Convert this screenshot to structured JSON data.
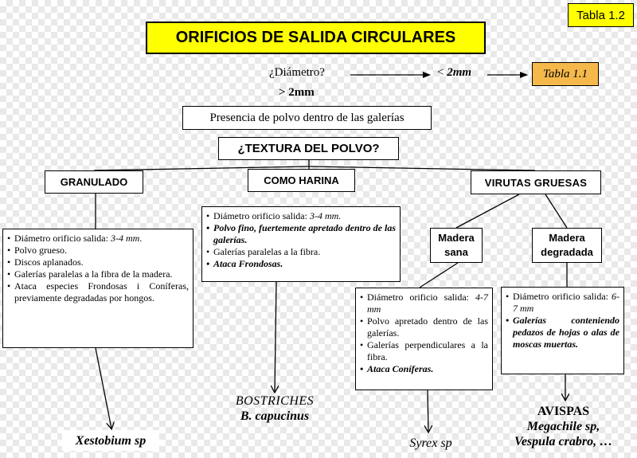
{
  "table_tag": "Tabla 1.2",
  "title": "ORIFICIOS DE SALIDA CIRCULARES",
  "question_diameter": "¿Diámetro?",
  "less_2mm_prefix": "<",
  "less_2mm_value": "2mm",
  "table_ref": "Tabla 1.1",
  "greater_2mm": "> 2mm",
  "powder_presence": "Presencia de polvo dentro de las galerías",
  "powder_texture": "¿TEXTURA DEL POLVO?",
  "categories": {
    "granulado": "GRANULADO",
    "harina": "COMO HARINA",
    "virutas": "VIRUTAS GRUESAS"
  },
  "subcategories": {
    "sana_l1": "Madera",
    "sana_l2": "sana",
    "degradada_l1": "Madera",
    "degradada_l2": "degradada"
  },
  "granulado_list": [
    "Diámetro orificio salida: ",
    "3-4 mm",
    ".",
    "Polvo grueso.",
    "Discos aplanados.",
    "Galerías paralelas a la fibra de la madera.",
    "Ataca especies Frondosas i Coníferas, previamente degradadas por hongos."
  ],
  "harina_list": [
    "Diámetro orificio salida: ",
    "3-4 mm.",
    "Polvo fino, fuertemente apretado dentro de las galerías.",
    "Galerías paralelas a la fibra.",
    "Ataca Frondosas."
  ],
  "sana_list": [
    "Diámetro orificio salida: ",
    "4-7 mm",
    "Polvo apretado dentro de las galerías.",
    "Galerías perpendiculares a la fibra.",
    "Ataca Coníferas."
  ],
  "degradada_list": [
    "Diámetro orificio salida: ",
    "6-7 mm",
    "Galerías conteniendo pedazos de hojas o alas de moscas muertas."
  ],
  "results": {
    "xestobium": "Xestobium sp",
    "bostriches_l1": "BOSTRICHES",
    "bostriches_l2": "B. capucinus",
    "syrex": "Syrex sp",
    "avispas_l1": "AVISPAS",
    "avispas_l2": "Megachile sp,",
    "avispas_l3": "Vespula crabro, …"
  }
}
